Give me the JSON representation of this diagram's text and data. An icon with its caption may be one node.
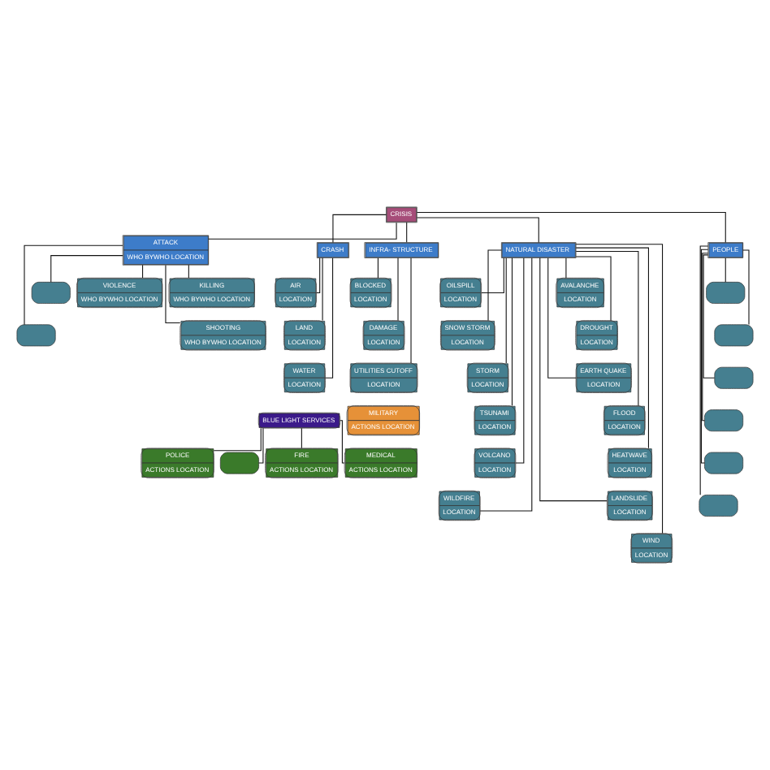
{
  "diagram": {
    "nodes": [
      {
        "text": [
          "CRISIS"
        ]
      },
      {
        "text": [
          "ATTACK",
          "WHO BYWHO LOCATION"
        ]
      },
      {
        "text": [
          "CRASH"
        ]
      },
      {
        "text": [
          "INFRA- STRUCTURE"
        ]
      },
      {
        "text": [
          "NATURAL DISASTER"
        ]
      },
      {
        "text": [
          "PEOPLE"
        ]
      },
      {
        "text": [],
        "shape": "box"
      },
      {
        "text": [
          "KILLING",
          "WHO BYWHO LOCATION"
        ]
      },
      {
        "text": [
          "VIOLENCE",
          "WHO BYWHO LOCATION"
        ]
      },
      {
        "text": [],
        "shape": "box"
      },
      {
        "text": [
          "SHOOTING",
          "WHO BYWHO LOCATION"
        ]
      },
      {
        "text": [
          "AIR",
          "LOCATION"
        ]
      },
      {
        "text": [
          "LAND",
          "LOCATION"
        ]
      },
      {
        "text": [
          "WATER",
          "LOCATION"
        ]
      },
      {
        "text": [
          "BLOCKED",
          "LOCATION"
        ]
      },
      {
        "text": [
          "DAMAGE",
          "LOCATION"
        ]
      },
      {
        "text": [
          "UTILITIES CUTOFF",
          "LOCATION"
        ]
      },
      {
        "text": [
          "OILSPILL",
          "LOCATION"
        ]
      },
      {
        "text": [
          "AVALANCHE",
          "LOCATION"
        ]
      },
      {
        "text": [
          "SNOW STORM",
          "LOCATION"
        ]
      },
      {
        "text": [
          "DROUGHT",
          "LOCATION"
        ]
      },
      {
        "text": [
          "STORM",
          "LOCATION"
        ]
      },
      {
        "text": [
          "EARTH QUAKE",
          "LOCATION"
        ]
      },
      {
        "text": [
          "TSUNAMI",
          "LOCATION"
        ]
      },
      {
        "text": [
          "FLOOD",
          "LOCATION"
        ]
      },
      {
        "text": [
          "VOLCANO",
          "LOCATION"
        ]
      },
      {
        "text": [
          "HEATWAVE",
          "LOCATION"
        ]
      },
      {
        "text": [
          "LANDSLIDE",
          "LOCATION"
        ]
      },
      {
        "text": [
          "WILDFIRE",
          "LOCATION"
        ]
      },
      {
        "text": [
          "WIND",
          "LOCATION"
        ]
      },
      {
        "text": [],
        "shape": "box"
      },
      {
        "text": [],
        "shape": "box"
      },
      {
        "text": [],
        "shape": "box"
      },
      {
        "text": [],
        "shape": "box"
      },
      {
        "text": [],
        "shape": "box"
      },
      {
        "text": [],
        "shape": "box"
      },
      {
        "text": [
          "BLUE LIGHT SERVICES"
        ]
      },
      {
        "text": [],
        "shape": "box"
      },
      {
        "text": [
          "FIRE",
          "ACTIONS LOCATION"
        ]
      },
      {
        "text": [
          "MEDICAL",
          "ACTIONS LOCATION"
        ]
      },
      {
        "text": [
          "POLICE",
          "ACTIONS LOCATION"
        ]
      },
      {
        "text": [
          "MILITARY",
          "ACTIONS LOCATION"
        ]
      }
    ],
    "edges": [
      {
        "from": 0,
        "to": 1,
        "arrow": "none"
      },
      {
        "from": 0,
        "to": 2,
        "arrow": "none"
      },
      {
        "from": 0,
        "to": 3,
        "arrow": "none"
      },
      {
        "from": 0,
        "to": 4,
        "arrow": "none"
      },
      {
        "from": 0,
        "to": 5,
        "arrow": "none"
      },
      {
        "from": 1,
        "to": 6,
        "arrow": "none"
      },
      {
        "from": 1,
        "to": 7,
        "arrow": "none"
      },
      {
        "from": 1,
        "to": 8,
        "arrow": "none"
      },
      {
        "from": 1,
        "to": 9,
        "arrow": "none"
      },
      {
        "from": 1,
        "to": 10,
        "arrow": "none"
      },
      {
        "from": 2,
        "to": 11,
        "arrow": "none"
      },
      {
        "from": 2,
        "to": 12,
        "arrow": "none"
      },
      {
        "from": 2,
        "to": 13,
        "arrow": "none"
      },
      {
        "from": 3,
        "to": 14,
        "arrow": "none"
      },
      {
        "from": 3,
        "to": 15,
        "arrow": "none"
      },
      {
        "from": 3,
        "to": 16,
        "arrow": "none"
      },
      {
        "from": 4,
        "to": 17,
        "arrow": "none"
      },
      {
        "from": 4,
        "to": 18,
        "arrow": "none"
      },
      {
        "from": 4,
        "to": 19,
        "arrow": "none"
      },
      {
        "from": 4,
        "to": 20,
        "arrow": "none"
      },
      {
        "from": 4,
        "to": 21,
        "arrow": "none"
      },
      {
        "from": 4,
        "to": 22,
        "arrow": "none"
      },
      {
        "from": 4,
        "to": 23,
        "arrow": "none"
      },
      {
        "from": 4,
        "to": 24,
        "arrow": "none"
      },
      {
        "from": 4,
        "to": 25,
        "arrow": "none"
      },
      {
        "from": 4,
        "to": 26,
        "arrow": "none"
      },
      {
        "from": 4,
        "to": 27,
        "arrow": "none"
      },
      {
        "from": 4,
        "to": 28,
        "arrow": "none"
      },
      {
        "from": 4,
        "to": 29,
        "arrow": "none"
      },
      {
        "from": 5,
        "to": 30,
        "arrow": "none"
      },
      {
        "from": 5,
        "to": 31,
        "arrow": "none"
      },
      {
        "from": 5,
        "to": 32,
        "arrow": "none"
      },
      {
        "from": 5,
        "to": 33,
        "arrow": "none"
      },
      {
        "from": 5,
        "to": 34,
        "arrow": "none"
      },
      {
        "from": 5,
        "to": 35,
        "arrow": "none"
      },
      {
        "from": 36,
        "to": 37,
        "arrow": "none"
      },
      {
        "from": 36,
        "to": 38,
        "arrow": "none"
      },
      {
        "from": 36,
        "to": 39,
        "arrow": "none"
      },
      {
        "from": 36,
        "to": 40,
        "arrow": "none"
      }
    ]
  }
}
